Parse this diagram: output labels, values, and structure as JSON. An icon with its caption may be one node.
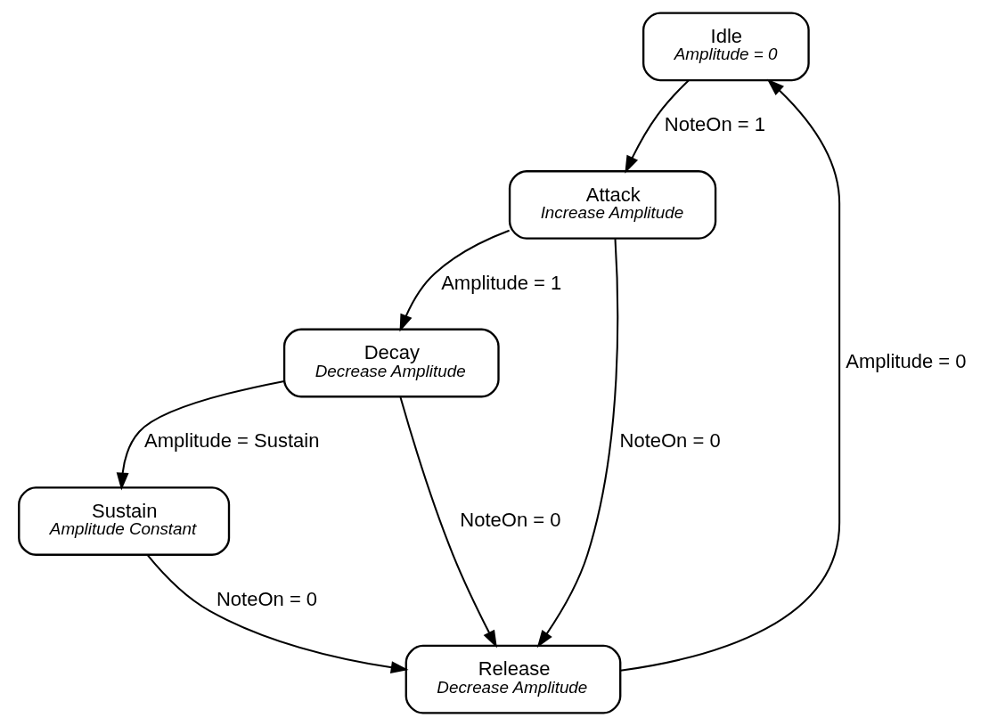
{
  "diagram": {
    "nodes": [
      {
        "text": [
          "Idle",
          "Amplitude = 0"
        ]
      },
      {
        "text": [
          "Attack",
          "Increase Amplitude"
        ]
      },
      {
        "text": [
          "Decay",
          "Decrease Amplitude"
        ]
      },
      {
        "text": [
          "Sustain",
          "Amplitude Constant"
        ]
      },
      {
        "text": [
          "Release",
          "Decrease Amplitude"
        ]
      }
    ],
    "edges": [
      {
        "from": 0,
        "to": 1,
        "arrow": "to",
        "label": "NoteOn = 1"
      },
      {
        "from": 1,
        "to": 4,
        "arrow": "to",
        "label": "NoteOn = 0"
      },
      {
        "from": 1,
        "to": 2,
        "arrow": "to",
        "label": "Amplitude = 1"
      },
      {
        "from": 2,
        "to": 4,
        "arrow": "to",
        "label": "NoteOn = 0"
      },
      {
        "from": 2,
        "to": 3,
        "arrow": "to",
        "label": "Amplitude = Sustain"
      },
      {
        "from": 3,
        "to": 4,
        "arrow": "to",
        "label": "NoteOn = 0"
      },
      {
        "from": 4,
        "to": 0,
        "arrow": "to",
        "label": "Amplitude = 0"
      }
    ]
  }
}
